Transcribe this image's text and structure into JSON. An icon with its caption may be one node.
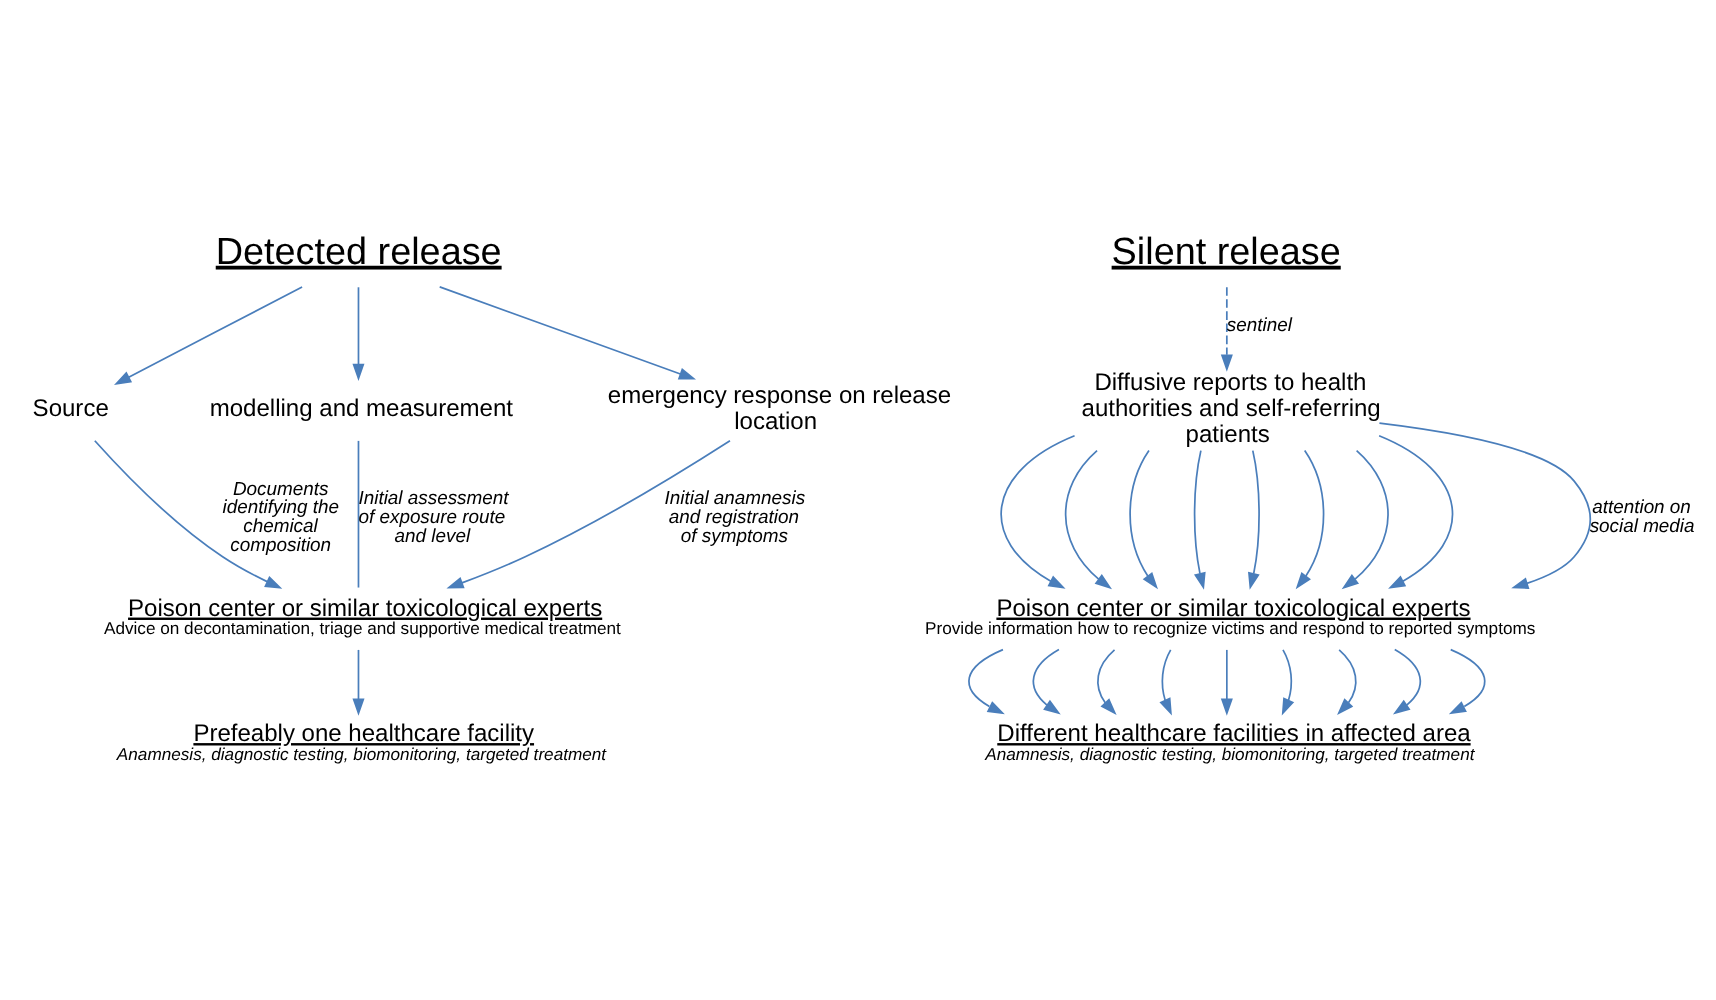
{
  "diagram": {
    "nodes": [
      {
        "text": [
          "Detected release"
        ]
      },
      {
        "text": [
          "Source"
        ]
      },
      {
        "text": [
          "modelling and measurement"
        ]
      },
      {
        "text": [
          "emergency response on release location"
        ]
      },
      {
        "text": [
          "Poison center or similar toxicological experts",
          "Advice on decontamination, triage and supportive medical treatment"
        ]
      },
      {
        "text": [
          "Prefeably one healthcare facility",
          "Anamnesis, diagnostic testing, biomonitoring, targeted treatment"
        ]
      },
      {
        "text": [
          "Silent release"
        ]
      },
      {
        "text": [
          "Diffusive reports to health authorities and self-referring patients"
        ]
      },
      {
        "text": [
          "Poison center or similar toxicological experts",
          "Provide information how to recognize victims and respond to reported symptoms"
        ]
      },
      {
        "text": [
          "Different healthcare facilities in affected area",
          "Anamnesis, diagnostic testing, biomonitoring, targeted treatment"
        ]
      }
    ],
    "edges": [
      {
        "from": 0,
        "to": 1,
        "arrow": "to"
      },
      {
        "from": 0,
        "to": 2,
        "arrow": "to"
      },
      {
        "from": 0,
        "to": 3,
        "arrow": "to"
      },
      {
        "from": 1,
        "to": 4,
        "arrow": "to",
        "label": "Documents identifying the chemical composition"
      },
      {
        "from": 2,
        "to": 4,
        "arrow": "none",
        "label": "Initial assessment of exposure route and level"
      },
      {
        "from": 3,
        "to": 4,
        "arrow": "to",
        "label": "Initial anamnesis and registration of symptoms"
      },
      {
        "from": 4,
        "to": 5,
        "arrow": "to"
      },
      {
        "from": 6,
        "to": 7,
        "arrow": "to",
        "style": "dashed",
        "label": "sentinel"
      },
      {
        "from": 7,
        "to": 8,
        "arrow": "to"
      },
      {
        "from": 7,
        "to": 8,
        "arrow": "to"
      },
      {
        "from": 7,
        "to": 8,
        "arrow": "to"
      },
      {
        "from": 7,
        "to": 8,
        "arrow": "to"
      },
      {
        "from": 7,
        "to": 8,
        "arrow": "to"
      },
      {
        "from": 7,
        "to": 8,
        "arrow": "to"
      },
      {
        "from": 7,
        "to": 8,
        "arrow": "to"
      },
      {
        "from": 7,
        "to": 8,
        "arrow": "to"
      },
      {
        "from": 7,
        "to": 8,
        "arrow": "to",
        "label": "attention on social media"
      },
      {
        "from": 8,
        "to": 9,
        "arrow": "to"
      },
      {
        "from": 8,
        "to": 9,
        "arrow": "to"
      },
      {
        "from": 8,
        "to": 9,
        "arrow": "to"
      },
      {
        "from": 8,
        "to": 9,
        "arrow": "to"
      },
      {
        "from": 8,
        "to": 9,
        "arrow": "to"
      },
      {
        "from": 8,
        "to": 9,
        "arrow": "to"
      },
      {
        "from": 8,
        "to": 9,
        "arrow": "to"
      },
      {
        "from": 8,
        "to": 9,
        "arrow": "to"
      },
      {
        "from": 8,
        "to": 9,
        "arrow": "to"
      }
    ]
  }
}
